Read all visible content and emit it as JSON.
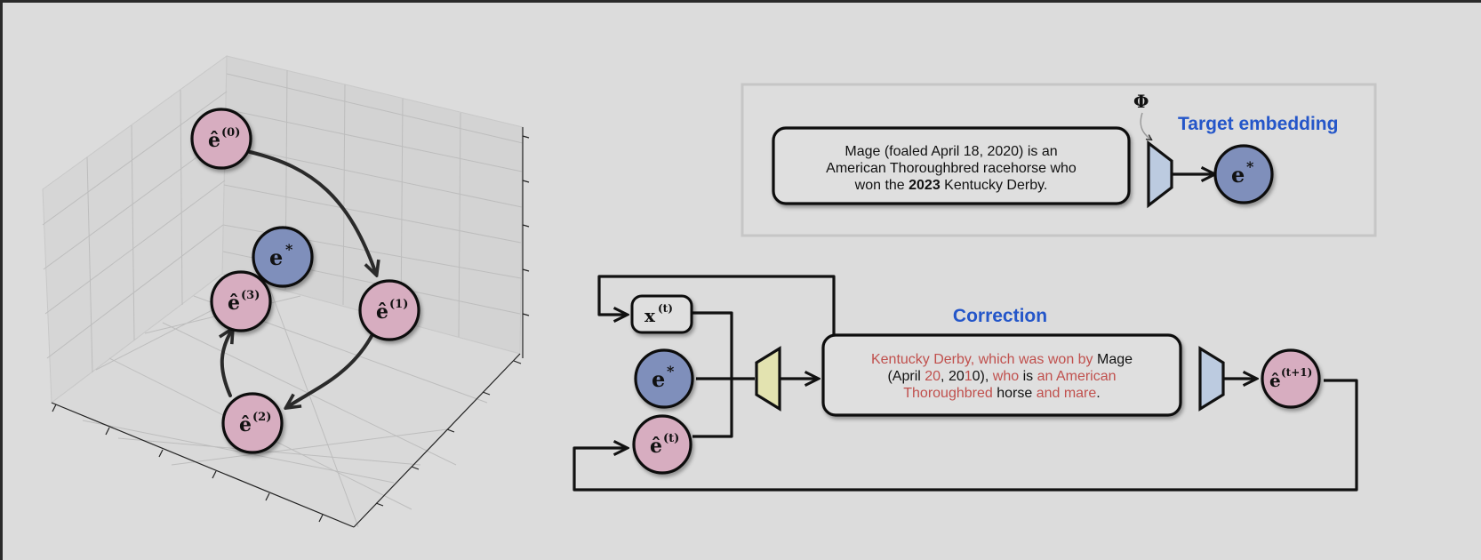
{
  "colors": {
    "pink_node": "#d7adc0",
    "blue_node": "#7f8fbb",
    "heading_blue": "#2456c9",
    "error_red": "#c0504d",
    "decoder_fill": "#bccbe0",
    "encoder_fill": "#e3e3b0"
  },
  "left_plot": {
    "nodes": {
      "e0": {
        "base": "ê",
        "sup": "(0)"
      },
      "e1": {
        "base": "ê",
        "sup": "(1)"
      },
      "e2": {
        "base": "ê",
        "sup": "(2)"
      },
      "e3": {
        "base": "ê",
        "sup": "(3)"
      },
      "estar": {
        "base": "e",
        "sup": "*"
      }
    }
  },
  "target": {
    "heading": "Target embedding",
    "phi": "Φ",
    "text_line1": "Mage (foaled April 18, 2020) is an",
    "text_line2": "American Thoroughbred racehorse who",
    "text_line3_pre": "won the ",
    "text_line3_bold": "2023",
    "text_line3_post": " Kentucky Derby.",
    "output_node": {
      "base": "e",
      "sup": "*"
    }
  },
  "correction": {
    "heading": "Correction",
    "inputs": {
      "x": {
        "base": "x",
        "sup": "(t)"
      },
      "estar": {
        "base": "e",
        "sup": "*"
      },
      "et": {
        "base": "ê",
        "sup": "(t)"
      }
    },
    "text": {
      "l1_a": "Kentucky Derby, which was won by ",
      "l1_b": "Mage",
      "l2_a": "(April ",
      "l2_b": "20",
      "l2_c": ", 20",
      "l2_d": "1",
      "l2_e": "0), ",
      "l2_f": "who",
      "l2_g": " is ",
      "l2_h": "an American",
      "l3_a": "Thoroughbred",
      "l3_b": " horse ",
      "l3_c": "and mare",
      "l3_d": "."
    },
    "output_node": {
      "base": "ê",
      "sup": "(t+1)"
    }
  }
}
